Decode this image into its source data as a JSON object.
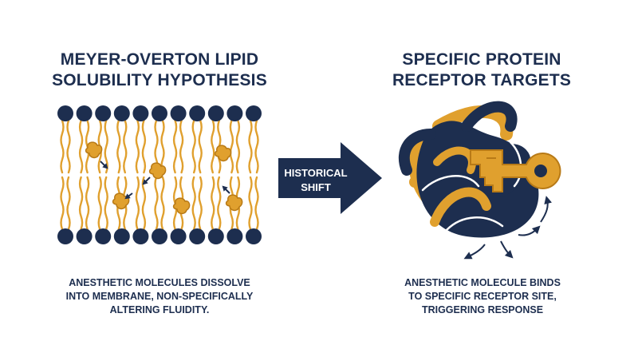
{
  "left_panel": {
    "title": "MEYER-OVERTON LIPID\nSOLUBILITY HYPOTHESIS",
    "caption": "ANESTHETIC MOLECULES DISSOLVE\nINTO MEMBRANE, NON-SPECIFICALLY\nALTERING FLUIDITY."
  },
  "middle": {
    "arrow_label": "HISTORICAL\nSHIFT"
  },
  "right_panel": {
    "title": "SPECIFIC PROTEIN\nRECEPTOR TARGETS",
    "caption": "ANESTHETIC MOLECULE BINDS\nTO SPECIFIC RECEPTOR SITE,\nTRIGGERING RESPONSE"
  },
  "colors": {
    "navy": "#1d2e4f",
    "gold": "#e0a02e",
    "gold_dark": "#b87a17",
    "background": "#ffffff"
  },
  "icons": {
    "membrane": "lipid-bilayer-icon",
    "molecule": "anesthetic-molecule-icon",
    "arrow": "right-arrow-icon",
    "protein": "protein-receptor-icon",
    "key": "key-icon"
  }
}
